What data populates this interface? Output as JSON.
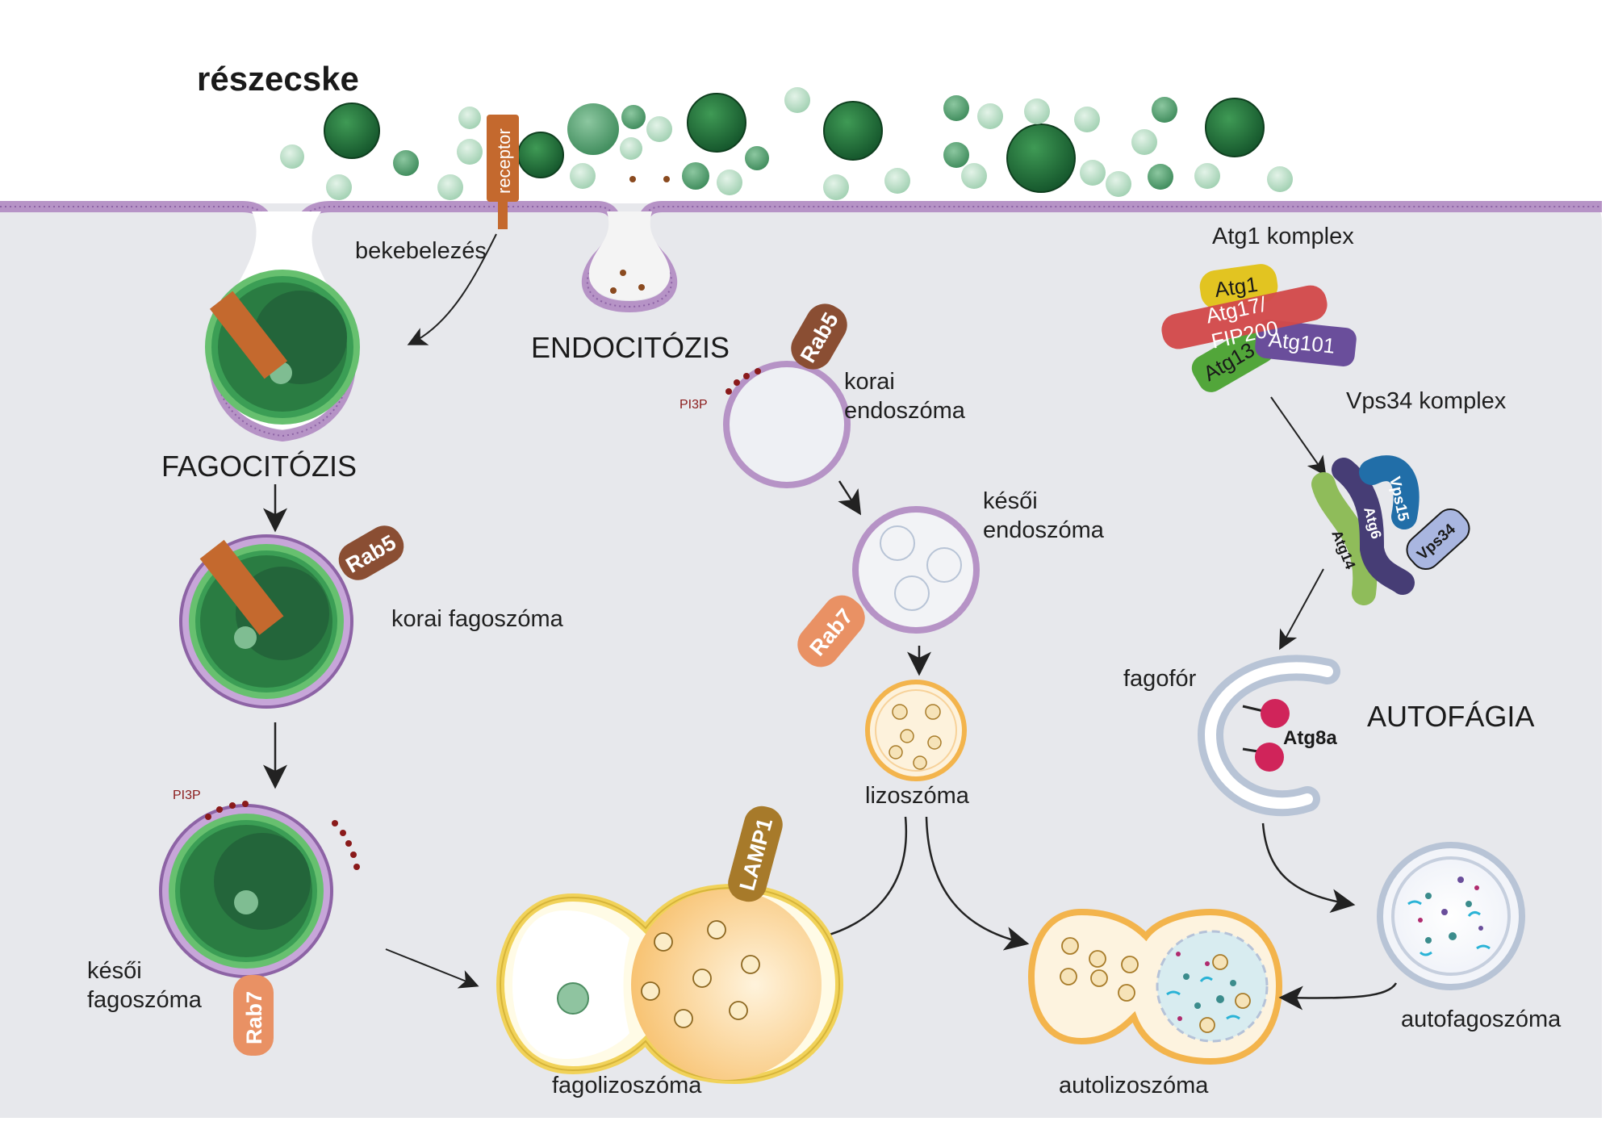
{
  "labels": {
    "particle": "részecske",
    "engulfment": "bekebelezés",
    "receptor": "receptor",
    "endocytosis": "ENDOCITÓZIS",
    "phagocytosis": "FAGOCITÓZIS",
    "early_endosome_1": "korai",
    "early_endosome_2": "endoszóma",
    "late_endosome_1": "késői",
    "late_endosome_2": "endoszóma",
    "early_phagosome": "korai fagoszóma",
    "late_phagosome_1": "késői",
    "late_phagosome_2": "fagoszóma",
    "lysosome": "lizoszóma",
    "phagolysosome": "fagolizoszóma",
    "autolysosome": "autolizoszóma",
    "autophagosome": "autofagoszóma",
    "phagophore": "fagofór",
    "autophagy": "AUTOFÁGIA",
    "atg1_complex": "Atg1 komplex",
    "vps34_complex": "Vps34 komplex",
    "pi3p": "PI3P"
  },
  "proteins": {
    "rab5": "Rab5",
    "rab7": "Rab7",
    "lamp1": "LAMP1",
    "atg1": "Atg1",
    "atg17": "Atg17/",
    "fip200": "FIP200",
    "atg13": "Atg13",
    "atg101": "Atg101",
    "atg14": "Atg14",
    "atg6": "Atg6",
    "vps15": "Vps15",
    "vps34": "Vps34",
    "atg8a": "Atg8a"
  },
  "colors": {
    "cytoplasm": "#e7e8ec",
    "membrane": "#b693c6",
    "membrane_dark": "#8d63a5",
    "particle_dark": "#1f6b35",
    "particle_mid": "#5fa67a",
    "particle_light": "#b5dcc2",
    "receptor": "#c4692e",
    "rab5": "#8a4e33",
    "rab7": "#e99164",
    "lamp1": "#a77a2a",
    "lysosome_rim": "#f3b44c",
    "atg1": "#e2c421",
    "atg17": "#d24a4a",
    "atg13": "#52a63a",
    "atg101": "#6a4e9b",
    "atg14": "#8fbc5a",
    "atg6": "#463d75",
    "vps15": "#216ea8",
    "vps34": "#a9b6e0",
    "atg8a": "#d0245a",
    "pi3p": "#8a1a1a"
  }
}
